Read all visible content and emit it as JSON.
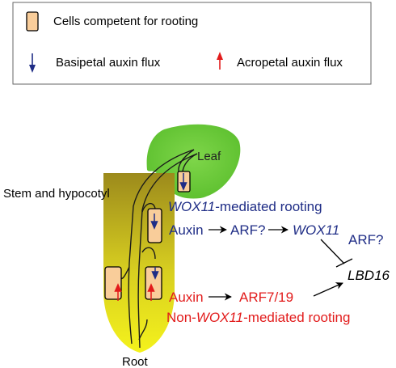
{
  "legend": {
    "cells_label": "Cells competent  for rooting",
    "basipetal_label": "Basipetal auxin  flux",
    "acropetal_label": "Acropetal auxin  flux"
  },
  "labels": {
    "leaf": "Leaf",
    "stem": "Stem and hypocotyl",
    "root": "Root"
  },
  "pathway": {
    "wox11_rooting_gene": "WOX11",
    "wox11_rooting_suffix": "-mediated rooting",
    "auxin_blue": "Auxin",
    "arf_q_1": "ARF?",
    "wox11": "WOX11",
    "arf_q_2": "ARF?",
    "lbd16": "LBD16",
    "auxin_red": "Auxin",
    "arf7_19": "ARF7/19",
    "non_prefix": "Non-",
    "non_gene": "WOX11",
    "non_suffix": "-mediated rooting"
  },
  "colors": {
    "blue": "#1f2d86",
    "red": "#e21b1b",
    "cell_fill": "#f9cd9a",
    "leaf_green": "#66cc33",
    "stem_top": "#9c8a1c",
    "stem_bottom": "#f4f21c"
  }
}
